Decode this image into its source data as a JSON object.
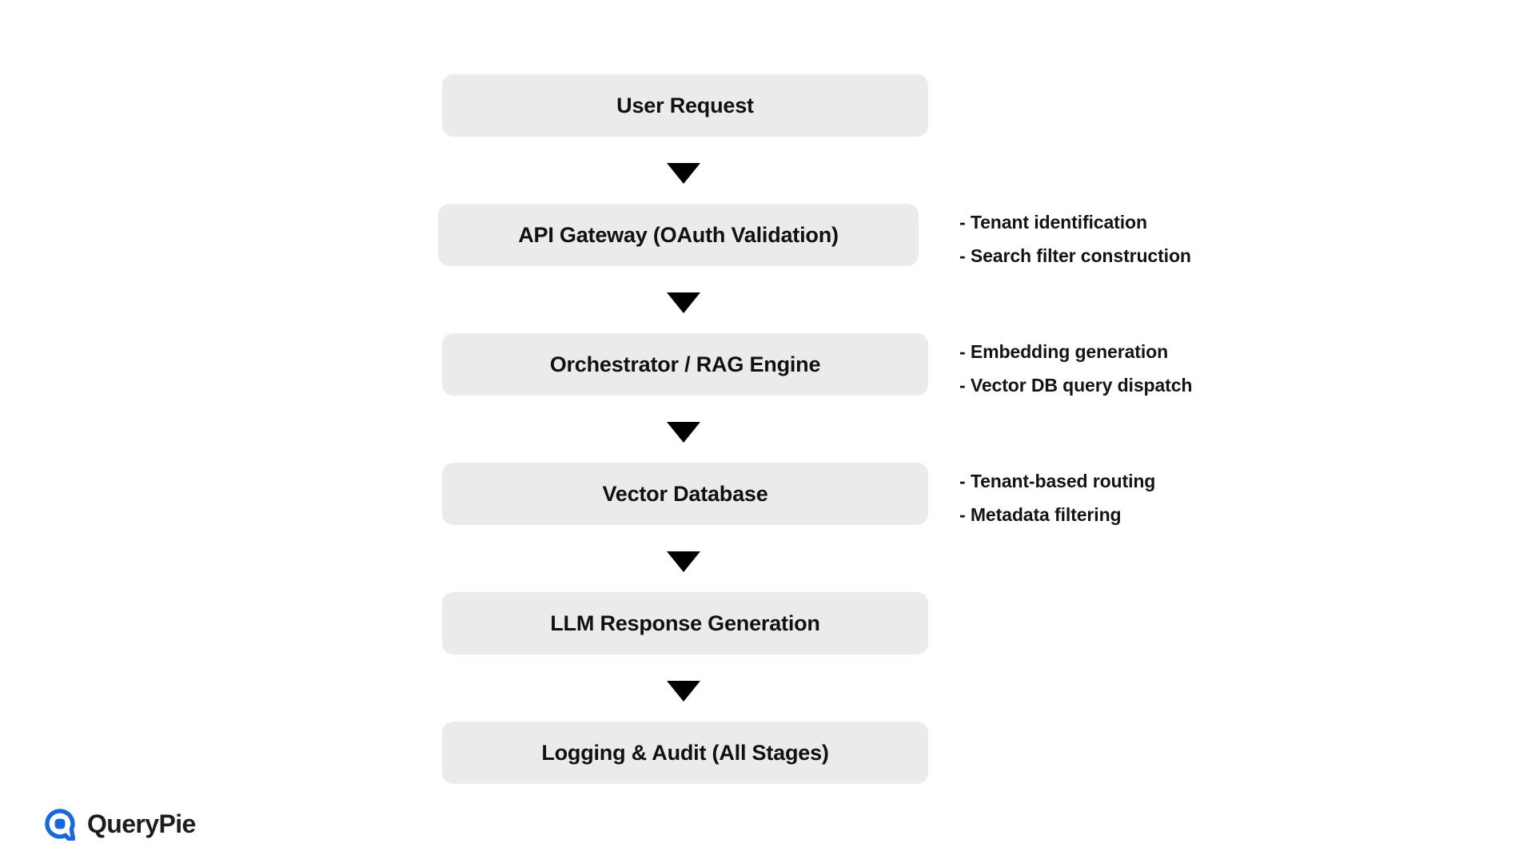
{
  "diagram": {
    "background_color": "#ffffff",
    "node_fill": "#ebebeb",
    "node_text_color": "#111111",
    "arrow_color": "#000000",
    "nodes": [
      {
        "label": "User Request"
      },
      {
        "label": "API Gateway (OAuth Validation)"
      },
      {
        "label": "Orchestrator / RAG Engine"
      },
      {
        "label": "Vector Database"
      },
      {
        "label": "LLM Response Generation"
      },
      {
        "label": "Logging & Audit (All Stages)"
      }
    ],
    "arrow_glyph": "down-triangle",
    "arrow_count": 5,
    "annotations": [
      {
        "lines": [
          "- Tenant identification",
          "- Search filter construction"
        ]
      },
      {
        "lines": [
          "- Embedding generation",
          "- Vector DB query dispatch"
        ]
      },
      {
        "lines": [
          "- Tenant-based routing",
          "- Metadata filtering"
        ]
      }
    ]
  },
  "branding": {
    "name": "QueryPie",
    "mark_color": "#1668dc",
    "text_color": "#1d1d1f"
  }
}
